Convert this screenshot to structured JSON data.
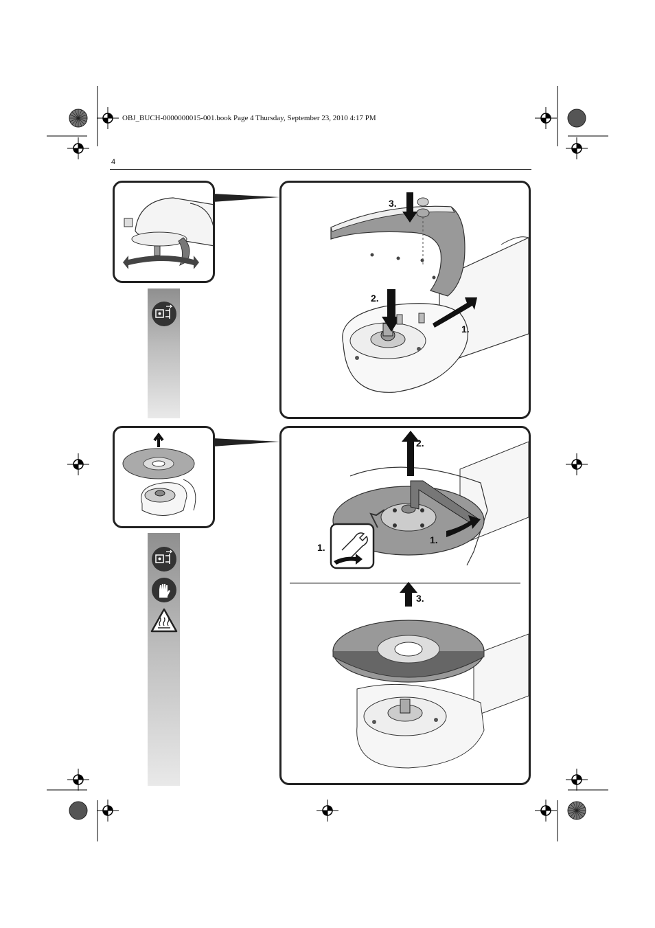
{
  "header": {
    "file_info": "OBJ_BUCH-0000000015-001.book  Page 4  Thursday, September 23, 2010  4:17 PM"
  },
  "page": {
    "number": "4"
  },
  "figure_top": {
    "steps": [
      "1.",
      "2.",
      "3."
    ]
  },
  "figure_bottom": {
    "upper_steps": [
      "1.",
      "1.",
      "2."
    ],
    "lower_steps": [
      "3."
    ]
  },
  "icons": {
    "top_sidebar": [
      "unplug-icon"
    ],
    "bottom_sidebar": [
      "unplug-icon",
      "gloves-icon",
      "hot-surface-warning-icon"
    ]
  }
}
